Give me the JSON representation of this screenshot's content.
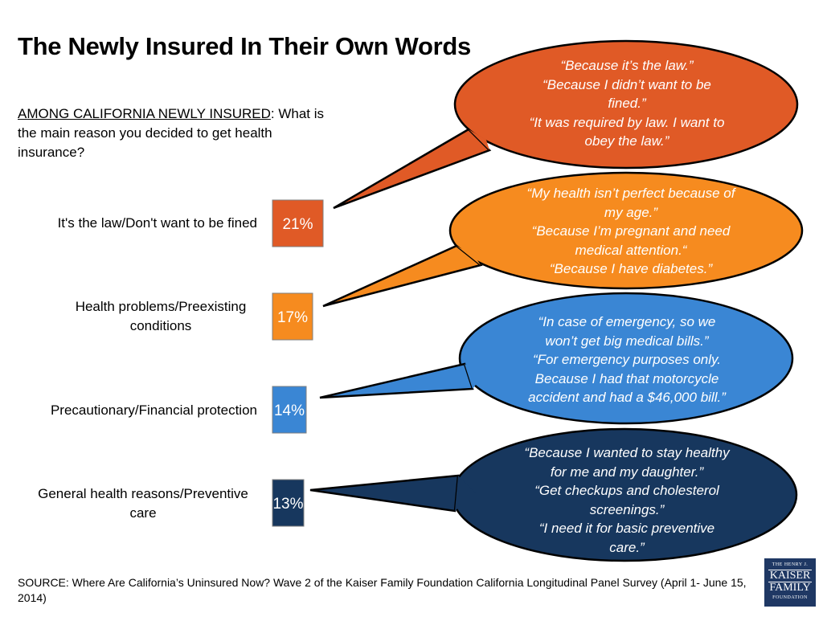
{
  "title": "The Newly Insured In Their Own Words",
  "question": {
    "label": "AMONG CALIFORNIA NEWLY INSURED",
    "text": ": What is the main reason you decided to get health insurance?"
  },
  "chart_data": {
    "type": "bar",
    "categories": [
      "It's the law/Don't want to be fined",
      "Health problems/Preexisting conditions",
      "Precautionary/Financial protection",
      "General health reasons/Preventive care"
    ],
    "values": [
      21,
      17,
      14,
      13
    ],
    "data_labels": [
      "21%",
      "17%",
      "14%",
      "13%"
    ],
    "colors": [
      "#e05a26",
      "#f68b1f",
      "#3a86d4",
      "#17375e"
    ]
  },
  "quotes": [
    [
      "“Because it’s the law.”",
      "“Because I didn’t want to be",
      "fined.”",
      "“It was required by law. I want to",
      "obey the law.”"
    ],
    [
      "“My health isn’t perfect because of",
      "my age.”",
      "“Because I’m pregnant and need",
      "medical attention.“",
      "“Because I have diabetes.”"
    ],
    [
      "“In case of emergency, so we",
      "won’t get big medical bills.”",
      "“For emergency purposes only.",
      "Because I had that motorcycle",
      "accident and had a $46,000 bill.”"
    ],
    [
      "“Because I wanted to stay healthy",
      "for me and my daughter.”",
      "“Get checkups and cholesterol",
      "screenings.”",
      "“I need it for basic preventive",
      "care.”"
    ]
  ],
  "source": "SOURCE: Where Are California’s Uninsured Now? Wave 2 of the Kaiser Family Foundation California Longitudinal Panel Survey (April 1- June 15, 2014)",
  "logo": {
    "line1": "THE HENRY J.",
    "line2": "KAISER",
    "line3": "FAMILY",
    "line4": "FOUNDATION"
  }
}
